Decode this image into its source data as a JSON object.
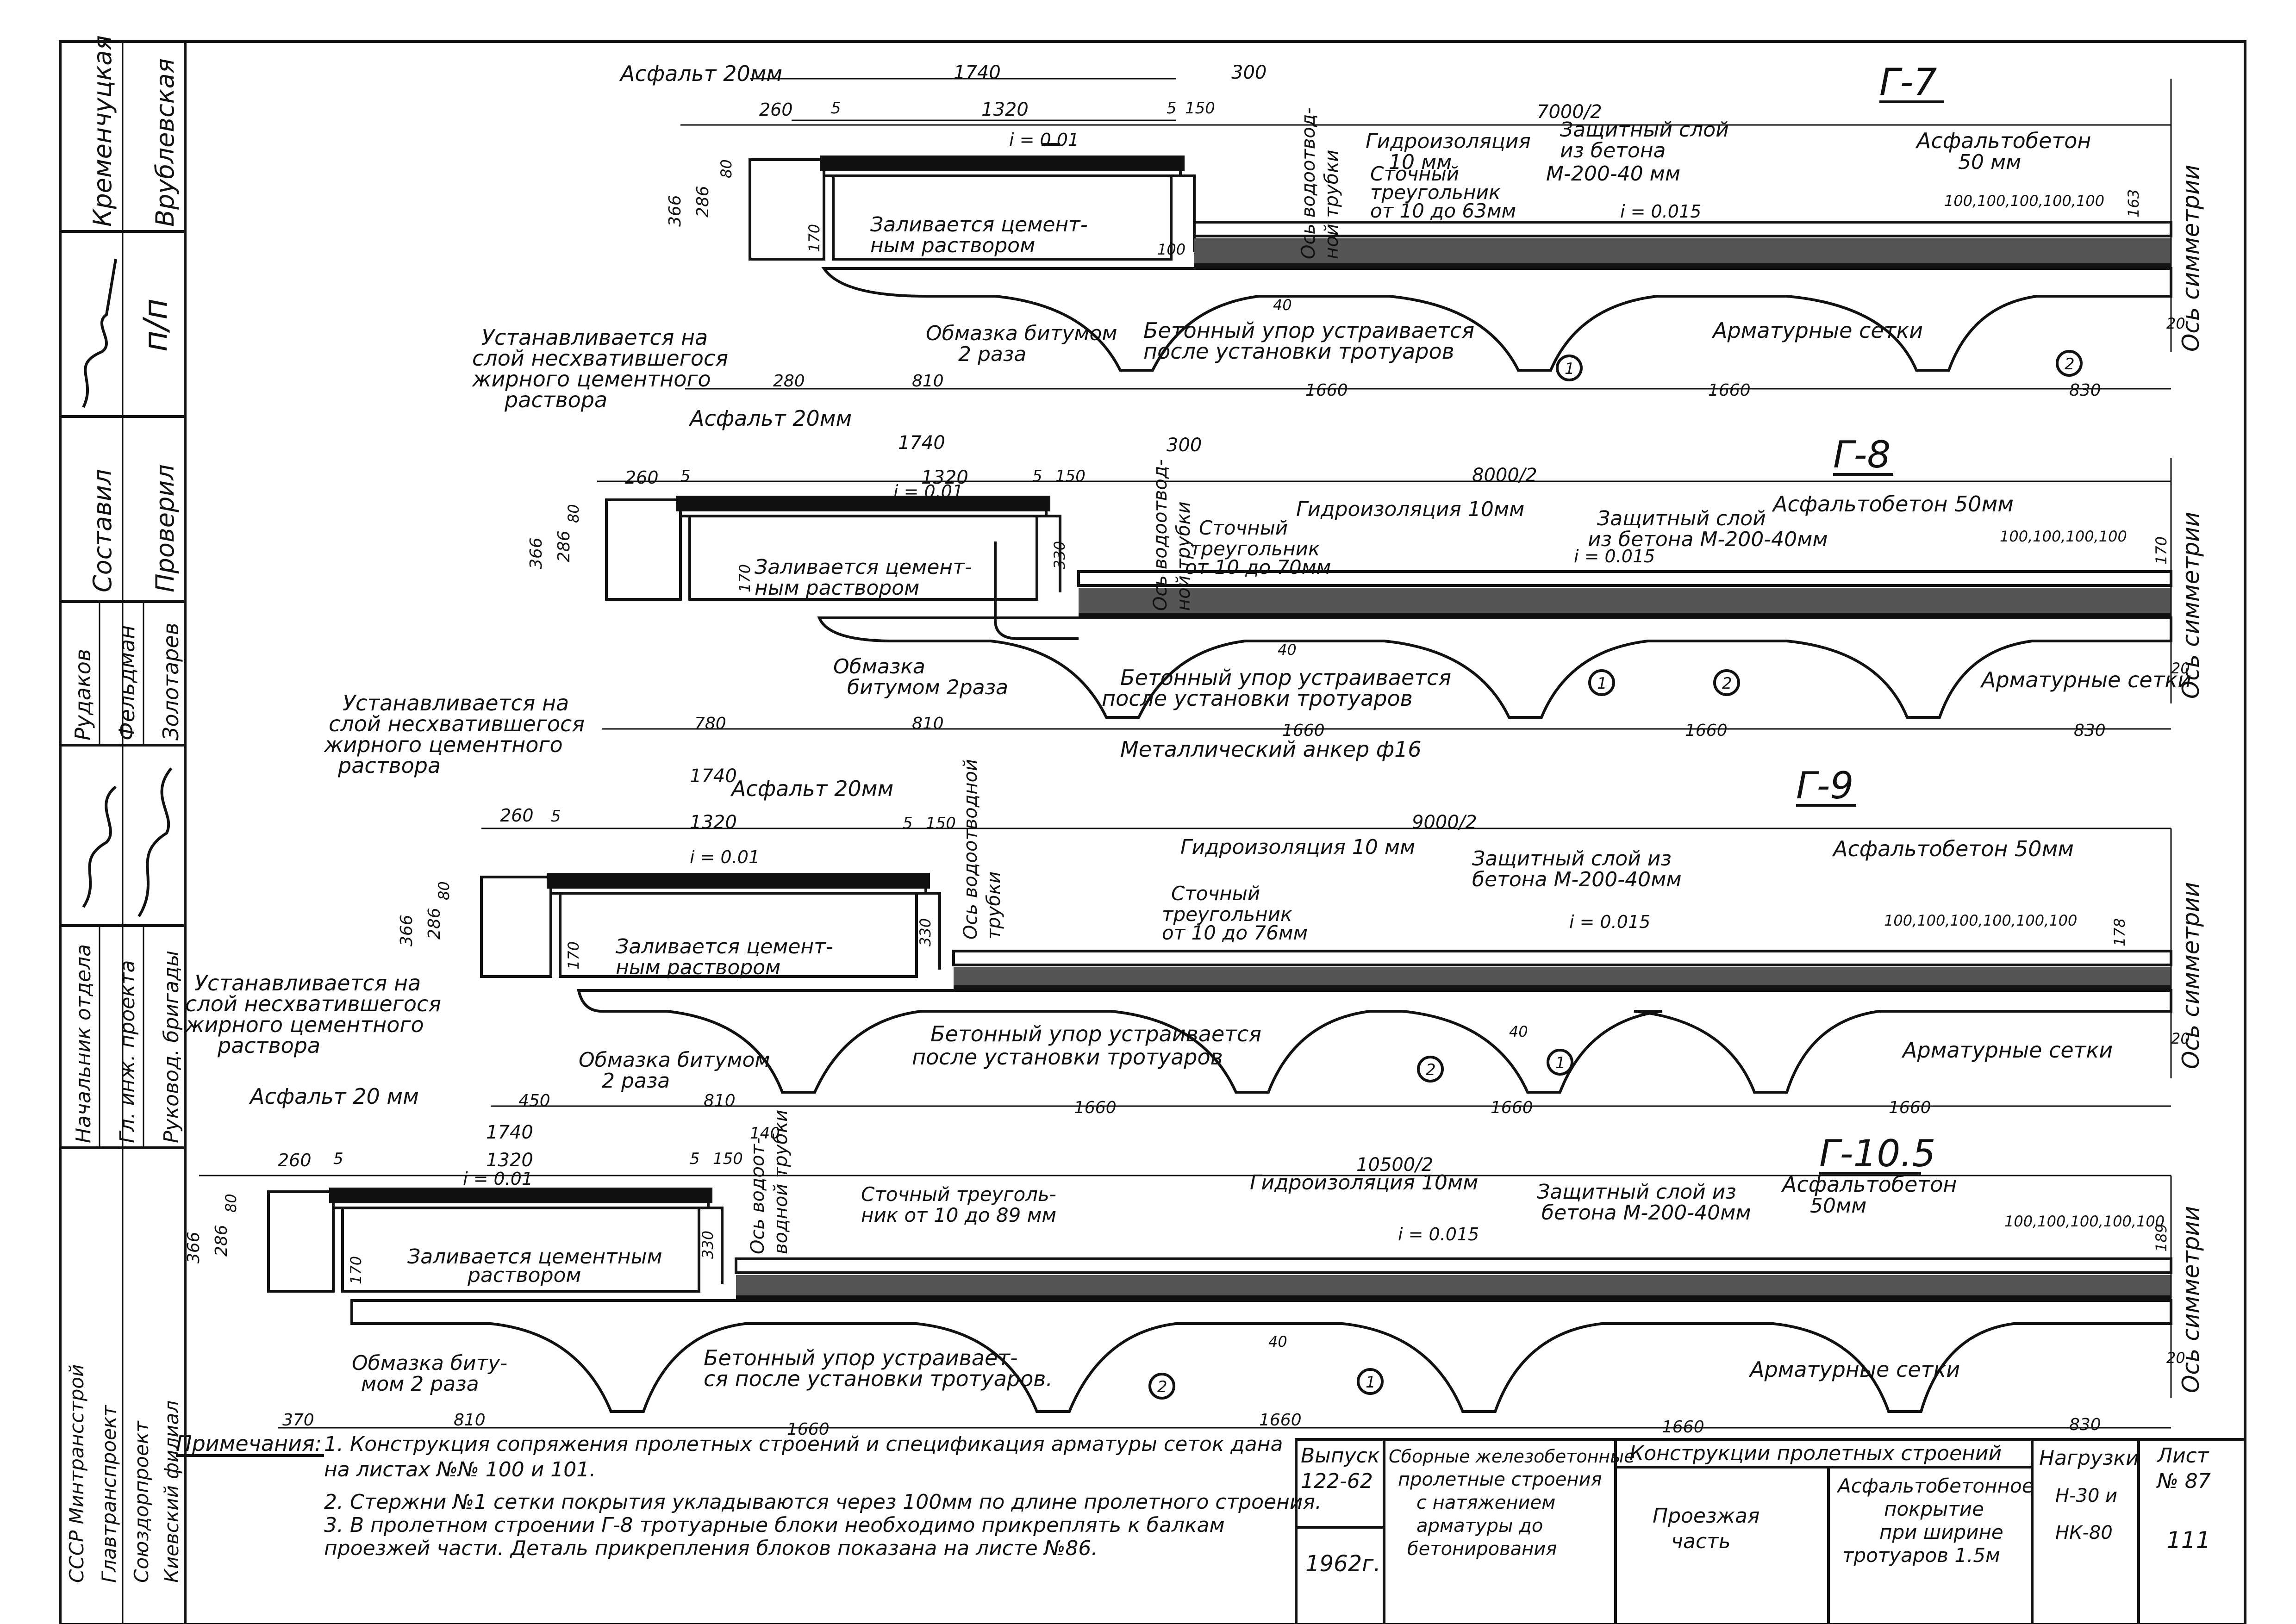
{
  "title_block": {
    "issue_label": "Выпуск",
    "issue_number": "122-62",
    "year": "1962г.",
    "series_title": [
      "Сборные железобетонные",
      "пролетные строения",
      "с натяжением",
      "арматуры до",
      "бетонирования"
    ],
    "subject": "Конструкции пролетных строений",
    "part": [
      "Проезжая",
      "часть"
    ],
    "sheet_title": [
      "Асфальтобетонное",
      "покрытие",
      "при ширине",
      "тротуаров 1.5м"
    ],
    "loads_label": "Нагрузки",
    "loads": [
      "Н-30 и",
      "НК-80"
    ],
    "sheet_label": [
      "Лист",
      "№ 87"
    ],
    "sheet_page": "111"
  },
  "notes": {
    "label": "Примечания:",
    "items": [
      "1. Конструкция сопряжения пролетных строений и спецификация арматуры сеток дана",
      "на листах №№ 100 и 101.",
      "2. Стержни №1 сетки покрытия укладываются через 100мм по длине пролетного строения.",
      "3. В пролетном строении Г-8 тротуарные блоки необходимо прикреплять к балкам",
      "проезжей части. Деталь прикрепления блоков показана на листе №86."
    ]
  },
  "side_stamp": {
    "org": [
      "СССР Минтрансстрой",
      "Главтранспроект",
      "Союздорпроект",
      "Киевский филиал"
    ],
    "roles": [
      "Начальник отдела",
      "Гл. инж. проекта",
      "Руковод. бригады"
    ],
    "names_a": [
      "Рудаков",
      "Фельдман",
      "Золотарев"
    ],
    "roles_b": [
      "Составил",
      "Проверил"
    ],
    "top": [
      "Кременчуцкая",
      "Врублевская"
    ],
    "pp": "п/п"
  },
  "sections": [
    {
      "id": "G7",
      "title": "Г-7",
      "half_width": "7000/2",
      "dims_top": [
        "1740",
        "1320",
        "260",
        "5",
        "5",
        "150",
        "300"
      ],
      "dims_bottom": [
        "280",
        "810",
        "1660",
        "1660",
        "830"
      ],
      "heights": [
        "366",
        "286",
        "80",
        "170",
        "100",
        "163",
        "20"
      ],
      "grid_spacing": "100,100,100,100,100",
      "slope_left": "i = 0.01",
      "slope_right": "i = 0.015",
      "labels": {
        "asphalt": "Асфальт 20мм",
        "cement": [
          "Заливается цемент-",
          "ным раствором"
        ],
        "bitumen": [
          "Обмазка битумом",
          "2 раза"
        ],
        "stop": [
          "Бетонный упор устраивается",
          "после установки тротуаров"
        ],
        "waterproof": [
          "Гидроизоляция",
          "10 мм"
        ],
        "protect": [
          "Защитный слой",
          "из бетона",
          "М-200-40 мм"
        ],
        "triangle": [
          "Сточный",
          "треугольник",
          "от 10 до 63мм"
        ],
        "asphalt_concrete": [
          "Асфальтобетон",
          "50 мм"
        ],
        "mesh": "Арматурные сетки",
        "drain": [
          "Ось водоотвод-",
          "ной трубки"
        ],
        "axis": "Ось симметрии",
        "laid": [
          "Устанавливается на",
          "слой несхватившегося",
          "жирного цементного",
          "раствора"
        ]
      },
      "markers": [
        "1",
        "2"
      ],
      "gap": "40"
    },
    {
      "id": "G8",
      "title": "Г-8",
      "half_width": "8000/2",
      "dims_top": [
        "1740",
        "1320",
        "260",
        "5",
        "5",
        "150",
        "300"
      ],
      "dims_bottom": [
        "780",
        "810",
        "1660",
        "1660",
        "830"
      ],
      "heights": [
        "366",
        "286",
        "80",
        "170",
        "330",
        "170",
        "20"
      ],
      "grid_spacing": "100,100,100,100",
      "slope_left": "i = 0.01",
      "slope_right": "i = 0.015",
      "labels": {
        "asphalt": "Асфальт 20мм",
        "cement": [
          "Заливается цемент-",
          "ным раствором"
        ],
        "bitumen": [
          "Обмазка",
          "битумом 2раза"
        ],
        "stop": [
          "Бетонный упор устраивается",
          "после установки тротуаров"
        ],
        "waterproof": [
          "Гидроизоляция 10мм"
        ],
        "protect": [
          "Защитный слой",
          "из бетона М-200-40мм"
        ],
        "triangle": [
          "Сточный",
          "треугольник",
          "от 10 до 70мм"
        ],
        "asphalt_concrete": [
          "Асфальтобетон 50мм"
        ],
        "mesh": "Арматурные сетки",
        "anchor": "Металлический анкер ф16",
        "drain": [
          "Ось водоотвод-",
          "ной трубки"
        ],
        "axis": "Ось симметрии",
        "laid": [
          "Устанавливается на",
          "слой несхватившегося",
          "жирного цементного",
          "раствора"
        ]
      },
      "markers": [
        "1",
        "2"
      ],
      "gap": "40"
    },
    {
      "id": "G9",
      "title": "Г-9",
      "half_width": "9000/2",
      "dims_top": [
        "1740",
        "1320",
        "260",
        "5",
        "5",
        "150"
      ],
      "dims_bottom": [
        "450",
        "810",
        "1660",
        "1660",
        "1660"
      ],
      "heights": [
        "366",
        "286",
        "80",
        "170",
        "330",
        "178",
        "20"
      ],
      "grid_spacing": "100,100,100,100,100,100",
      "slope_left": "i = 0.01",
      "slope_right": "i = 0.015",
      "labels": {
        "asphalt": "Асфальт 20мм",
        "cement": [
          "Заливается цемент-",
          "ным раствором"
        ],
        "bitumen": [
          "Обмазка битумом",
          "2 раза"
        ],
        "stop": [
          "Бетонный упор устраивается",
          "после установки тротуаров"
        ],
        "waterproof": [
          "Гидроизоляция 10 мм"
        ],
        "protect": [
          "Защитный слой из",
          "бетона М-200-40мм"
        ],
        "triangle": [
          "Сточный",
          "треугольник",
          "от 10 до 76мм"
        ],
        "asphalt_concrete": [
          "Асфальтобетон 50мм"
        ],
        "mesh": "Арматурные сетки",
        "drain": [
          "Ось водоотводной",
          "трубки"
        ],
        "axis": "Ось симметрии",
        "laid": [
          "Устанавливается на",
          "слой несхватившегося",
          "жирного цементного",
          "раствора"
        ]
      },
      "markers": [
        "2",
        "1"
      ],
      "gap": "40"
    },
    {
      "id": "G105",
      "title": "Г-10.5",
      "half_width": "10500/2",
      "dims_top": [
        "1740",
        "1320",
        "260",
        "5",
        "5",
        "150",
        "140"
      ],
      "dims_bottom": [
        "370",
        "810",
        "1660",
        "1660",
        "1660",
        "830"
      ],
      "heights": [
        "366",
        "286",
        "80",
        "170",
        "330",
        "189",
        "20"
      ],
      "grid_spacing": "100,100,100,100,100",
      "slope_left": "i = 0.01",
      "slope_right": "i = 0.015",
      "labels": {
        "asphalt": "Асфальт 20 мм",
        "cement": [
          "Заливается цементным",
          "раствором"
        ],
        "bitumen": [
          "Обмазка биту-",
          "мом 2 раза"
        ],
        "stop": [
          "Бетонный упор устраивает-",
          "ся после установки тротуаров."
        ],
        "waterproof": [
          "Гидроизоляция 10мм"
        ],
        "protect": [
          "Защитный слой из",
          "бетона М-200-40мм"
        ],
        "triangle": [
          "Сточный треуголь-",
          "ник от 10 до 89 мм"
        ],
        "asphalt_concrete": [
          "Асфальтобетон",
          "50мм"
        ],
        "mesh": "Арматурные сетки",
        "drain": [
          "Ось водоот-",
          "водной трубки"
        ],
        "axis": "Ось симметрии"
      },
      "markers": [
        "2",
        "1"
      ],
      "gap": "40"
    }
  ]
}
